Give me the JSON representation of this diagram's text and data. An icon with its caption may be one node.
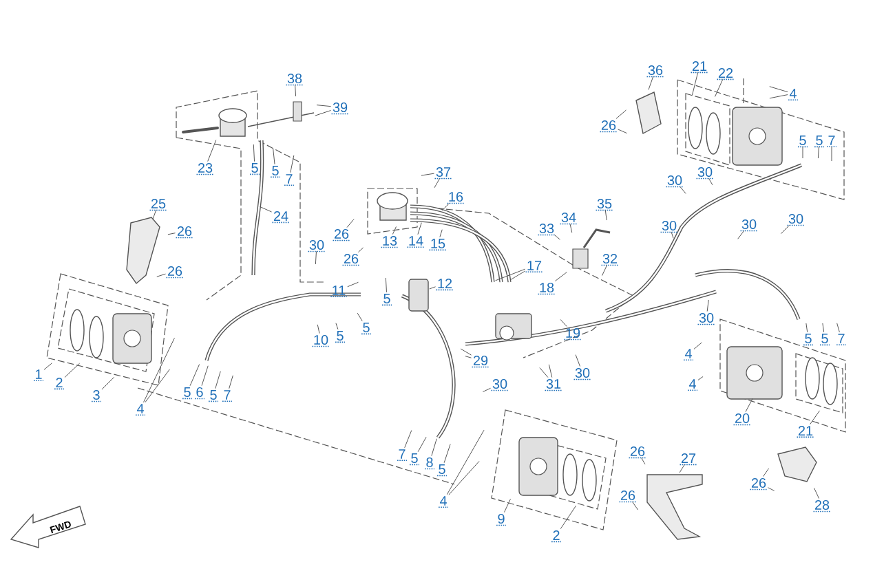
{
  "diagram": {
    "nodes": [
      {
        "text": [
          "38"
        ]
      },
      {
        "text": [
          "39"
        ]
      },
      {
        "text": [
          "23"
        ]
      },
      {
        "text": [
          "5"
        ]
      },
      {
        "text": [
          "5"
        ]
      },
      {
        "text": [
          "7"
        ]
      },
      {
        "text": [
          "24"
        ]
      },
      {
        "text": [
          "25"
        ]
      },
      {
        "text": [
          "26"
        ]
      },
      {
        "text": [
          "26"
        ]
      },
      {
        "text": [
          "30"
        ]
      },
      {
        "text": [
          "26"
        ]
      },
      {
        "text": [
          "26"
        ]
      },
      {
        "text": [
          "13"
        ]
      },
      {
        "text": [
          "14"
        ]
      },
      {
        "text": [
          "15"
        ]
      },
      {
        "text": [
          "37"
        ]
      },
      {
        "text": [
          "16"
        ]
      },
      {
        "text": [
          "11"
        ]
      },
      {
        "text": [
          "5"
        ]
      },
      {
        "text": [
          "12"
        ]
      },
      {
        "text": [
          "36"
        ]
      },
      {
        "text": [
          "21"
        ]
      },
      {
        "text": [
          "22"
        ]
      },
      {
        "text": [
          "4"
        ]
      },
      {
        "text": [
          "26"
        ]
      },
      {
        "text": [
          "5"
        ]
      },
      {
        "text": [
          "5"
        ]
      },
      {
        "text": [
          "7"
        ]
      },
      {
        "text": [
          "30"
        ]
      },
      {
        "text": [
          "30"
        ]
      },
      {
        "text": [
          "35"
        ]
      },
      {
        "text": [
          "34"
        ]
      },
      {
        "text": [
          "30"
        ]
      },
      {
        "text": [
          "30"
        ]
      },
      {
        "text": [
          "30"
        ]
      },
      {
        "text": [
          "33"
        ]
      },
      {
        "text": [
          "17"
        ]
      },
      {
        "text": [
          "32"
        ]
      },
      {
        "text": [
          "18"
        ]
      },
      {
        "text": [
          "10"
        ]
      },
      {
        "text": [
          "5"
        ]
      },
      {
        "text": [
          "5"
        ]
      },
      {
        "text": [
          "30"
        ]
      },
      {
        "text": [
          "19"
        ]
      },
      {
        "text": [
          "1"
        ]
      },
      {
        "text": [
          "2"
        ]
      },
      {
        "text": [
          "3"
        ]
      },
      {
        "text": [
          "4"
        ]
      },
      {
        "text": [
          "5"
        ]
      },
      {
        "text": [
          "6"
        ]
      },
      {
        "text": [
          "5"
        ]
      },
      {
        "text": [
          "7"
        ]
      },
      {
        "text": [
          "4"
        ]
      },
      {
        "text": [
          "5"
        ]
      },
      {
        "text": [
          "5"
        ]
      },
      {
        "text": [
          "7"
        ]
      },
      {
        "text": [
          "29"
        ]
      },
      {
        "text": [
          "30"
        ]
      },
      {
        "text": [
          "31"
        ]
      },
      {
        "text": [
          "4"
        ]
      },
      {
        "text": [
          "30"
        ]
      },
      {
        "text": [
          "20"
        ]
      },
      {
        "text": [
          "21"
        ]
      },
      {
        "text": [
          "7"
        ]
      },
      {
        "text": [
          "5"
        ]
      },
      {
        "text": [
          "8"
        ]
      },
      {
        "text": [
          "5"
        ]
      },
      {
        "text": [
          "26"
        ]
      },
      {
        "text": [
          "27"
        ]
      },
      {
        "text": [
          "26"
        ]
      },
      {
        "text": [
          "26"
        ]
      },
      {
        "text": [
          "4"
        ]
      },
      {
        "text": [
          "28"
        ]
      },
      {
        "text": [
          "9"
        ]
      },
      {
        "text": [
          "2"
        ]
      }
    ],
    "edges": [
      {
        "from": 0,
        "to": null,
        "arrow": "none"
      },
      {
        "from": 1,
        "to": null,
        "arrow": "none"
      },
      {
        "from": 1,
        "to": null,
        "arrow": "none"
      },
      {
        "from": 2,
        "to": null,
        "arrow": "none"
      },
      {
        "from": 3,
        "to": null,
        "arrow": "none"
      },
      {
        "from": 4,
        "to": null,
        "arrow": "none"
      },
      {
        "from": 5,
        "to": null,
        "arrow": "none"
      },
      {
        "from": 6,
        "to": null,
        "arrow": "none"
      },
      {
        "from": 7,
        "to": null,
        "arrow": "none"
      },
      {
        "from": 8,
        "to": null,
        "arrow": "none"
      },
      {
        "from": 9,
        "to": null,
        "arrow": "none"
      },
      {
        "from": 10,
        "to": null,
        "arrow": "none"
      },
      {
        "from": 11,
        "to": null,
        "arrow": "none"
      },
      {
        "from": 12,
        "to": null,
        "arrow": "none"
      },
      {
        "from": 13,
        "to": null,
        "arrow": "none"
      },
      {
        "from": 14,
        "to": null,
        "arrow": "none"
      },
      {
        "from": 15,
        "to": null,
        "arrow": "none"
      },
      {
        "from": 16,
        "to": null,
        "arrow": "none"
      },
      {
        "from": 16,
        "to": null,
        "arrow": "none"
      },
      {
        "from": 17,
        "to": null,
        "arrow": "none"
      },
      {
        "from": 18,
        "to": null,
        "arrow": "none"
      },
      {
        "from": 19,
        "to": null,
        "arrow": "none"
      },
      {
        "from": 20,
        "to": null,
        "arrow": "none"
      },
      {
        "from": 21,
        "to": null,
        "arrow": "none"
      },
      {
        "from": 22,
        "to": null,
        "arrow": "none"
      },
      {
        "from": 23,
        "to": null,
        "arrow": "none"
      },
      {
        "from": 24,
        "to": null,
        "arrow": "none"
      },
      {
        "from": 24,
        "to": null,
        "arrow": "none"
      },
      {
        "from": 25,
        "to": null,
        "arrow": "none"
      },
      {
        "from": 25,
        "to": null,
        "arrow": "none"
      },
      {
        "from": 26,
        "to": null,
        "arrow": "none"
      },
      {
        "from": 27,
        "to": null,
        "arrow": "none"
      },
      {
        "from": 28,
        "to": null,
        "arrow": "none"
      },
      {
        "from": 29,
        "to": null,
        "arrow": "none"
      },
      {
        "from": 30,
        "to": null,
        "arrow": "none"
      },
      {
        "from": 31,
        "to": null,
        "arrow": "none"
      },
      {
        "from": 32,
        "to": null,
        "arrow": "none"
      },
      {
        "from": 33,
        "to": null,
        "arrow": "none"
      },
      {
        "from": 34,
        "to": null,
        "arrow": "none"
      },
      {
        "from": 35,
        "to": null,
        "arrow": "none"
      },
      {
        "from": 36,
        "to": null,
        "arrow": "none"
      },
      {
        "from": 37,
        "to": null,
        "arrow": "none"
      },
      {
        "from": 37,
        "to": null,
        "arrow": "none"
      },
      {
        "from": 38,
        "to": null,
        "arrow": "none"
      },
      {
        "from": 39,
        "to": null,
        "arrow": "none"
      },
      {
        "from": 40,
        "to": null,
        "arrow": "none"
      },
      {
        "from": 41,
        "to": null,
        "arrow": "none"
      },
      {
        "from": 42,
        "to": null,
        "arrow": "none"
      },
      {
        "from": 43,
        "to": null,
        "arrow": "none"
      },
      {
        "from": 44,
        "to": null,
        "arrow": "none"
      },
      {
        "from": 45,
        "to": null,
        "arrow": "none"
      },
      {
        "from": 46,
        "to": null,
        "arrow": "none"
      },
      {
        "from": 47,
        "to": null,
        "arrow": "none"
      },
      {
        "from": 48,
        "to": null,
        "arrow": "none"
      },
      {
        "from": 48,
        "to": null,
        "arrow": "none"
      },
      {
        "from": 49,
        "to": null,
        "arrow": "none"
      },
      {
        "from": 50,
        "to": null,
        "arrow": "none"
      },
      {
        "from": 51,
        "to": null,
        "arrow": "none"
      },
      {
        "from": 52,
        "to": null,
        "arrow": "none"
      },
      {
        "from": 53,
        "to": null,
        "arrow": "none"
      },
      {
        "from": 54,
        "to": null,
        "arrow": "none"
      },
      {
        "from": 55,
        "to": null,
        "arrow": "none"
      },
      {
        "from": 56,
        "to": null,
        "arrow": "none"
      },
      {
        "from": 57,
        "to": null,
        "arrow": "none"
      },
      {
        "from": 57,
        "to": null,
        "arrow": "none"
      },
      {
        "from": 58,
        "to": null,
        "arrow": "none"
      },
      {
        "from": 59,
        "to": null,
        "arrow": "none"
      },
      {
        "from": 59,
        "to": null,
        "arrow": "none"
      },
      {
        "from": 60,
        "to": null,
        "arrow": "none"
      },
      {
        "from": 61,
        "to": null,
        "arrow": "none"
      },
      {
        "from": 62,
        "to": null,
        "arrow": "none"
      },
      {
        "from": 63,
        "to": null,
        "arrow": "none"
      },
      {
        "from": 64,
        "to": null,
        "arrow": "none"
      },
      {
        "from": 65,
        "to": null,
        "arrow": "none"
      },
      {
        "from": 66,
        "to": null,
        "arrow": "none"
      },
      {
        "from": 67,
        "to": null,
        "arrow": "none"
      },
      {
        "from": 68,
        "to": null,
        "arrow": "none"
      },
      {
        "from": 69,
        "to": null,
        "arrow": "none"
      },
      {
        "from": 70,
        "to": null,
        "arrow": "none"
      },
      {
        "from": 70,
        "to": null,
        "arrow": "none"
      },
      {
        "from": 71,
        "to": null,
        "arrow": "none"
      },
      {
        "from": 72,
        "to": null,
        "arrow": "none"
      },
      {
        "from": 72,
        "to": null,
        "arrow": "none"
      },
      {
        "from": 73,
        "to": null,
        "arrow": "none"
      },
      {
        "from": 74,
        "to": null,
        "arrow": "none"
      },
      {
        "from": 75,
        "to": null,
        "arrow": "none"
      }
    ],
    "labels": [
      "FWD"
    ]
  }
}
